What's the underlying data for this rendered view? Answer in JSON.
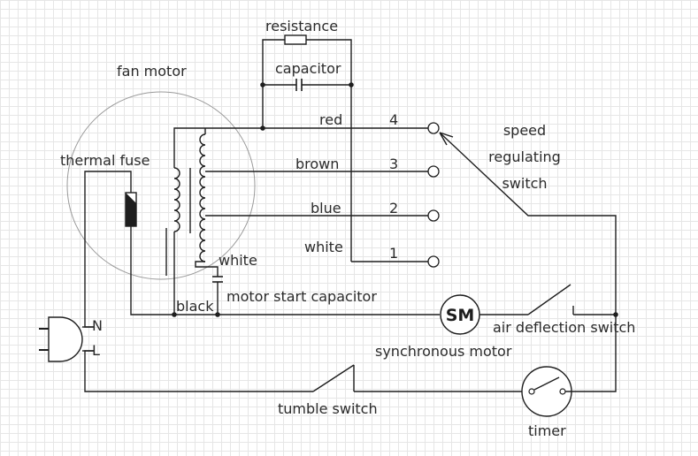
{
  "labels": {
    "resistance": "resistance",
    "capacitor": "capacitor",
    "fan_motor": "fan motor",
    "thermal_fuse": "thermal fuse",
    "red": "red",
    "brown": "brown",
    "blue": "blue",
    "white_wire": "white",
    "white_coil": "white",
    "black": "black",
    "motor_start_capacitor": "motor start capacitor",
    "speed_4": "4",
    "speed_3": "3",
    "speed_2": "2",
    "speed_1": "1",
    "speed_switch_line1": "speed",
    "speed_switch_line2": "regulating",
    "speed_switch_line3": "switch",
    "n": "N",
    "l": "L",
    "sm": "SM",
    "air_deflection_switch": "air deflection switch",
    "synchronous_motor": "synchronous motor",
    "tumble_switch": "tumble switch",
    "timer": "timer"
  }
}
